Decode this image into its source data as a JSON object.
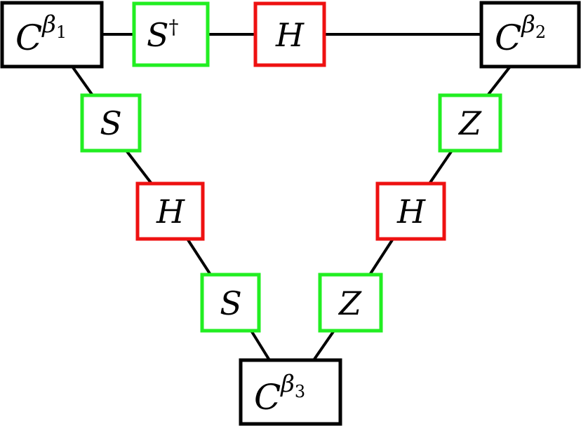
{
  "colors": {
    "c_box": "#000000",
    "s_gate": "#22ee22",
    "h_gate": "#ee1111",
    "edge": "#000000"
  },
  "nodes": {
    "c1": {
      "base": "C",
      "sup": "β",
      "sub": "1"
    },
    "c2": {
      "base": "C",
      "sup": "β",
      "sub": "2"
    },
    "c3": {
      "base": "C",
      "sup": "β",
      "sub": "3"
    },
    "top_sdag": {
      "base": "S",
      "sup": "†"
    },
    "top_h": {
      "base": "H"
    },
    "left_s1": {
      "base": "S"
    },
    "left_h": {
      "base": "H"
    },
    "left_s2": {
      "base": "S"
    },
    "right_z1": {
      "base": "Z"
    },
    "right_h": {
      "base": "H"
    },
    "right_z2": {
      "base": "Z"
    }
  }
}
